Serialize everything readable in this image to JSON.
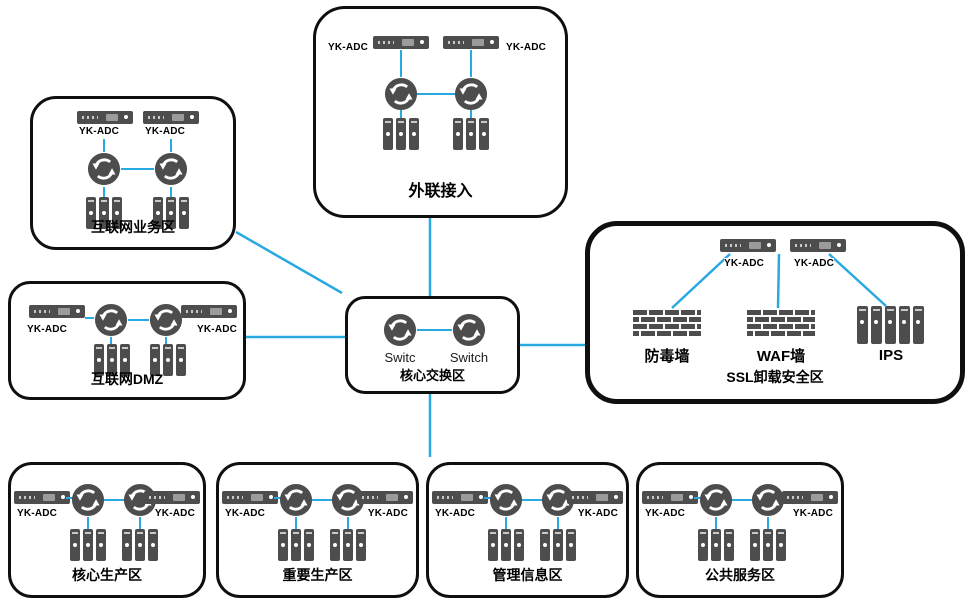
{
  "colors": {
    "line": "#29a9e1",
    "icon": "#4d4d4d",
    "border": "#0f0f0f"
  },
  "zones": {
    "external_access": {
      "label": "外联接入",
      "adc_left": "YK-ADC",
      "adc_right": "YK-ADC"
    },
    "internet_business": {
      "label": "互联网业务区",
      "adc_left": "YK-ADC",
      "adc_right": "YK-ADC"
    },
    "internet_dmz": {
      "label": "互联网DMZ",
      "adc_left": "YK-ADC",
      "adc_right": "YK-ADC"
    },
    "core_switch": {
      "label": "核心交换区",
      "switch_left": "Switc",
      "switch_right": "Switch"
    },
    "ssl_offload": {
      "label": "SSL卸载安全区",
      "adc_left": "YK-ADC",
      "adc_right": "YK-ADC",
      "item_antivirus": "防毒墙",
      "item_waf": "WAF墙",
      "item_ips": "IPS"
    },
    "core_production": {
      "label": "核心生产区",
      "adc_left": "YK-ADC",
      "adc_right": "YK-ADC"
    },
    "important_production": {
      "label": "重要生产区",
      "adc_left": "YK-ADC",
      "adc_right": "YK-ADC"
    },
    "management_info": {
      "label": "管理信息区",
      "adc_left": "YK-ADC",
      "adc_right": "YK-ADC"
    },
    "public_service": {
      "label": "公共服务区",
      "adc_left": "YK-ADC",
      "adc_right": "YK-ADC"
    }
  }
}
